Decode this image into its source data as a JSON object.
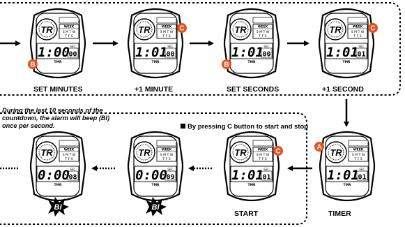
{
  "diagram": {
    "steps_top": [
      {
        "id": "set-minutes",
        "label": "SET MINUTES",
        "time_main": "1:00",
        "time_sec": "00",
        "button": "B"
      },
      {
        "id": "plus-1-minute",
        "label": "+1 MINUTE",
        "time_main": "1:01",
        "time_sec": "00",
        "button": "C"
      },
      {
        "id": "set-seconds",
        "label": "SET SECONDS",
        "time_main": "1:01",
        "time_sec": "00",
        "button": "B"
      },
      {
        "id": "plus-1-second",
        "label": "+1 SECOND",
        "time_main": "1:01",
        "time_sec": "01",
        "button": "C"
      }
    ],
    "steps_bottom": [
      {
        "id": "timer",
        "label": "TIMER",
        "time_main": "1:01",
        "time_sec": "01",
        "button": "A"
      },
      {
        "id": "start",
        "label": "START",
        "time_main": "1:01",
        "time_sec": "01",
        "button": "C"
      },
      {
        "id": "countdown-1",
        "label": "",
        "time_main": "0:00",
        "time_sec": "09"
      },
      {
        "id": "countdown-2",
        "label": "",
        "time_main": "0:00",
        "time_sec": "08"
      }
    ],
    "lcd": {
      "week": "WEEK",
      "days_top": "S M T W",
      "days_bottom": "T F S",
      "sec": "SEC.",
      "tmr": "TMR",
      "logo": "TR",
      "beep": "BI"
    },
    "note": {
      "line1": "During the last 10 seconds of the",
      "line2": "countdown, the alarm will beep (BI)",
      "line3": "once per second."
    },
    "instruction": "By pressing C button to start and stop",
    "colors": {
      "button": "#e8501e",
      "ink": "#000000",
      "background": "#ffffff"
    }
  }
}
